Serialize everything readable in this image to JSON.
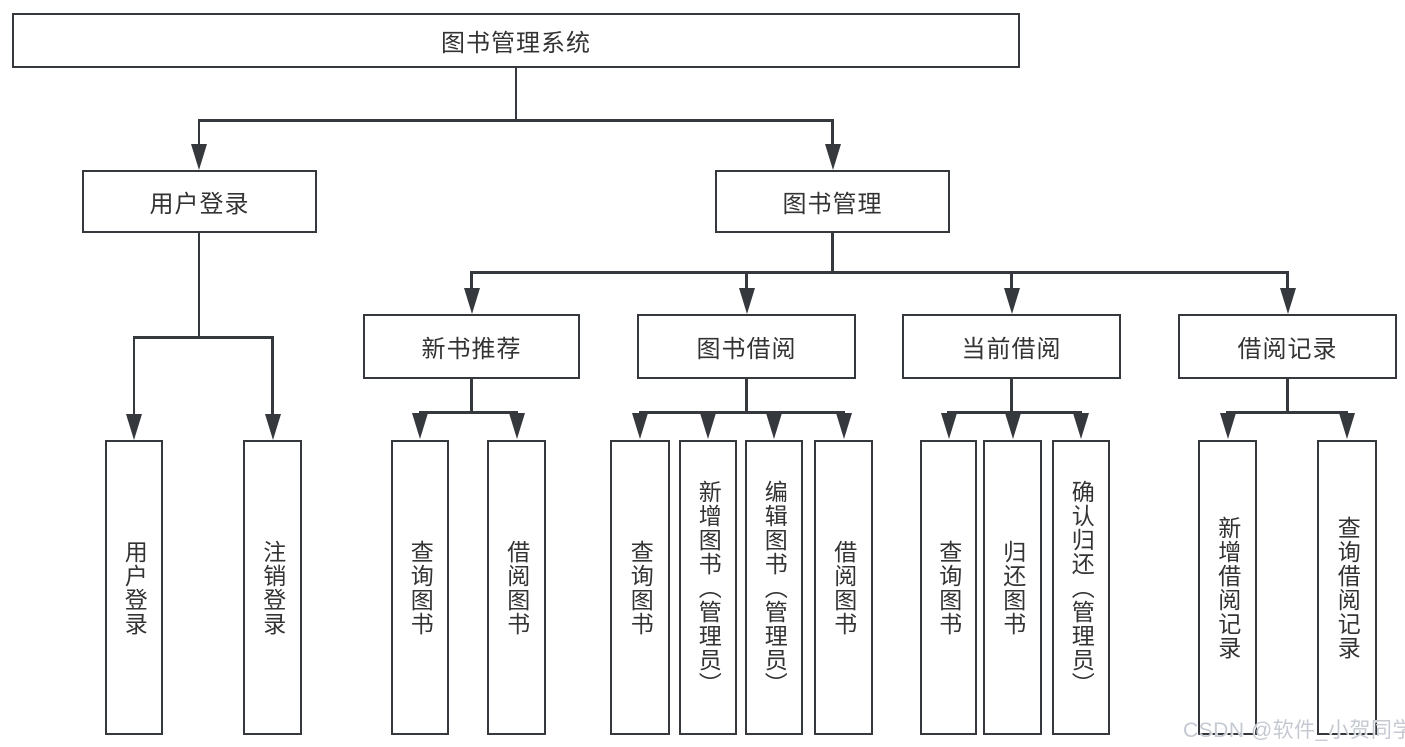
{
  "diagram_type": "hierarchy-tree",
  "colors": {
    "line": "#35383d",
    "text": "#333333",
    "background": "#ffffff",
    "watermark": "#c5cad2"
  },
  "tree": {
    "label": "图书管理系统",
    "children": [
      {
        "label": "用户登录",
        "children": [
          {
            "label": "用户登录"
          },
          {
            "label": "注销登录"
          }
        ]
      },
      {
        "label": "图书管理",
        "children": [
          {
            "label": "新书推荐",
            "children": [
              {
                "label": "查询图书"
              },
              {
                "label": "借阅图书"
              }
            ]
          },
          {
            "label": "图书借阅",
            "children": [
              {
                "label": "查询图书"
              },
              {
                "label": "新增图书（管理员）"
              },
              {
                "label": "编辑图书（管理员）"
              },
              {
                "label": "借阅图书"
              }
            ]
          },
          {
            "label": "当前借阅",
            "children": [
              {
                "label": "查询图书"
              },
              {
                "label": "归还图书"
              },
              {
                "label": "确认归还（管理员）"
              }
            ]
          },
          {
            "label": "借阅记录",
            "children": [
              {
                "label": "新增借阅记录"
              },
              {
                "label": "查询借阅记录"
              }
            ]
          }
        ]
      }
    ]
  },
  "watermark": {
    "text": "CSDN @软件_小贺同学"
  }
}
